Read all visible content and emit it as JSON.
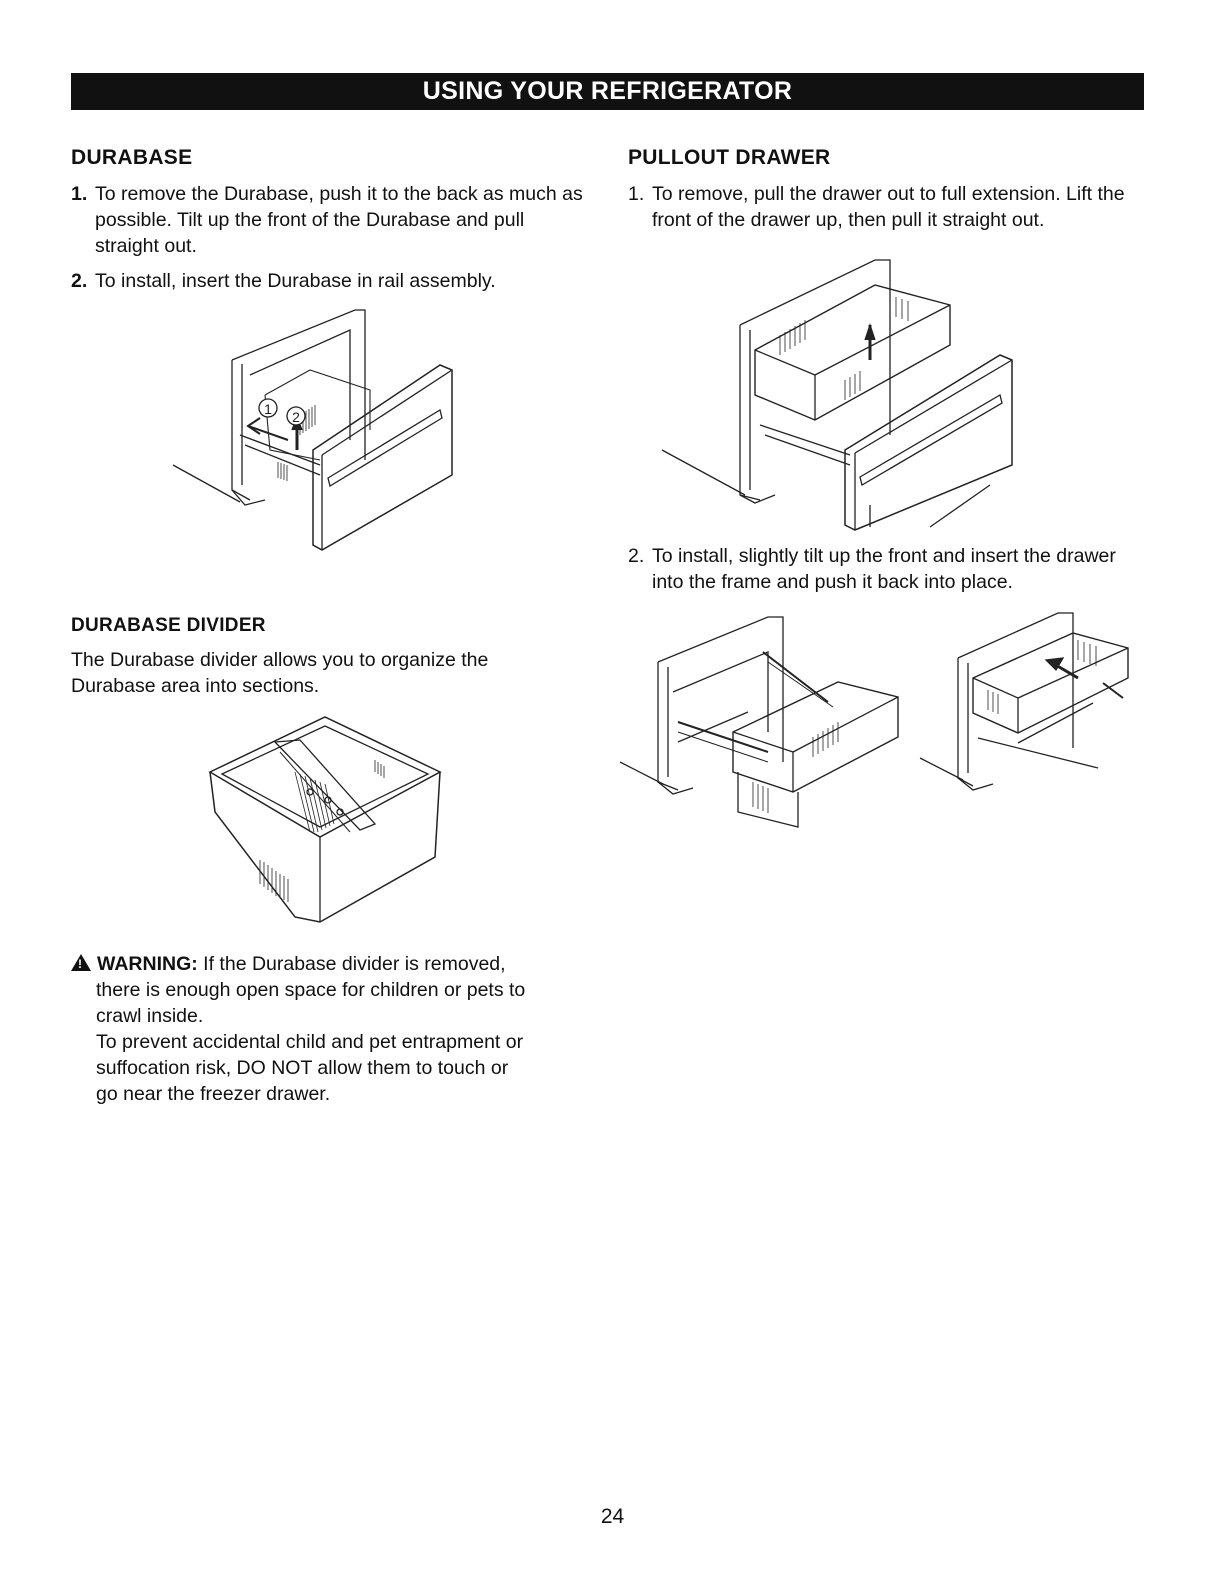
{
  "header": {
    "title": "USING YOUR REFRIGERATOR"
  },
  "durabase": {
    "title": "DURABASE",
    "steps": [
      {
        "num": "1.",
        "text": "To remove the Durabase, push it to the back as much as possible. Tilt up the front of the Durabase and pull straight out."
      },
      {
        "num": "2.",
        "text": "To install, insert the Durabase in rail assembly."
      }
    ],
    "figure": {
      "callouts": [
        "1",
        "2"
      ]
    }
  },
  "divider": {
    "title": "DURABASE DIVIDER",
    "text": "The Durabase divider allows you to organize the Durabase area into sections."
  },
  "warning": {
    "label": "WARNING:",
    "lead_text": "If the Durabase divider is removed,",
    "lines": [
      "there is enough open space for children or pets to",
      "crawl inside.",
      "To prevent accidental child and pet entrapment or",
      "suffocation risk, DO NOT allow them to touch or",
      "go near the freezer drawer."
    ]
  },
  "pullout": {
    "title": "PULLOUT DRAWER",
    "steps": [
      {
        "num": "1.",
        "text": "To remove, pull the drawer out to full extension. Lift the front of the drawer up, then pull it straight out."
      },
      {
        "num": "2.",
        "text": "To install, slightly tilt up the front and insert the drawer into the frame and push it back into place."
      }
    ]
  },
  "page_number": "24"
}
